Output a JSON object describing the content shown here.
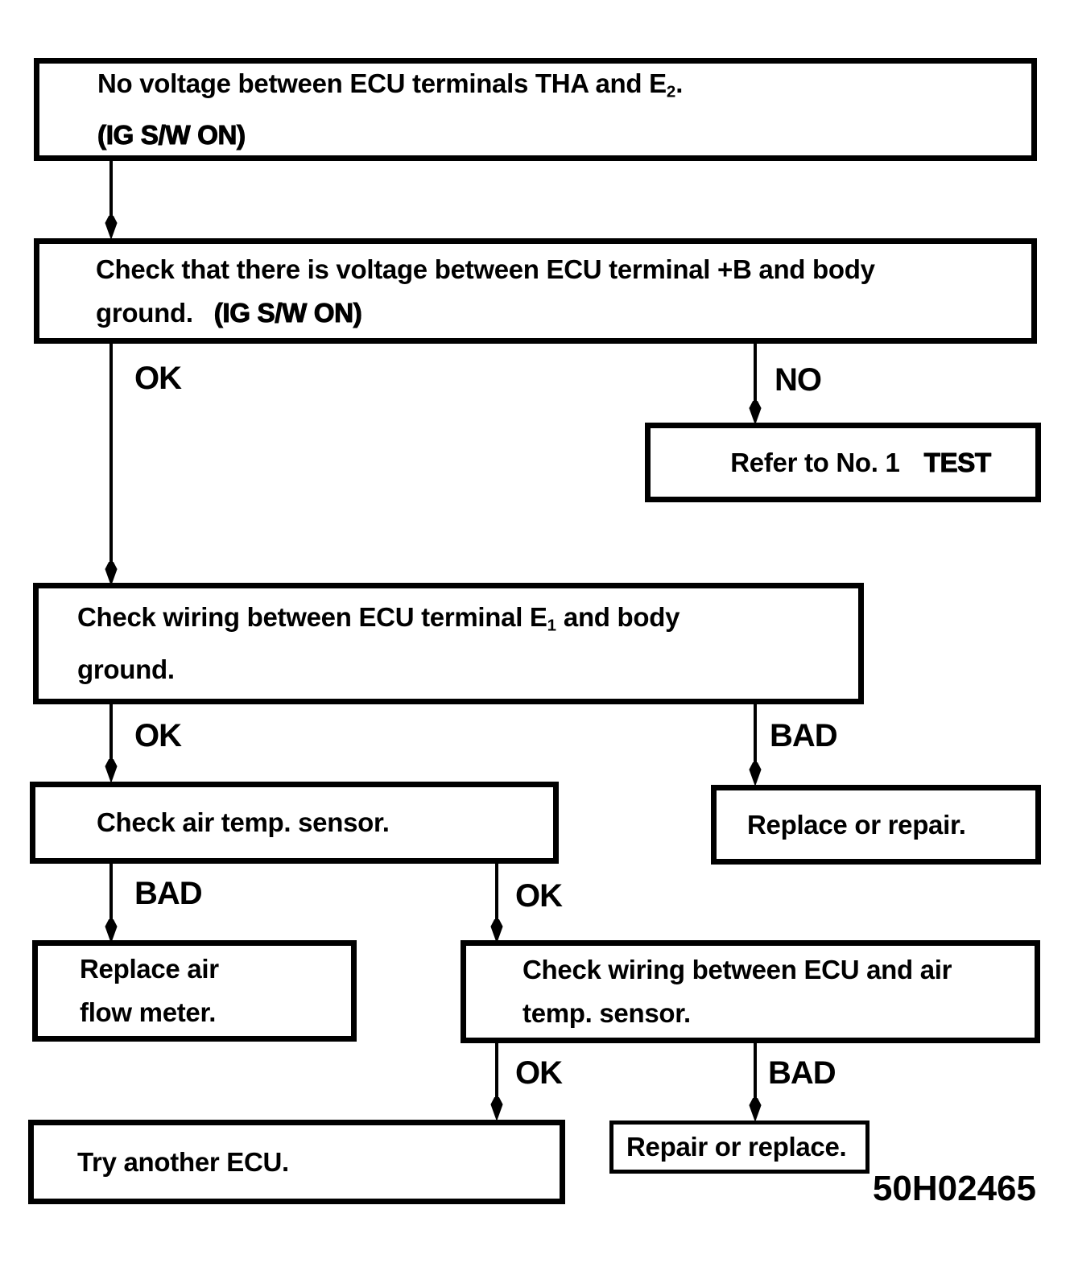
{
  "figure_code": "50H02465",
  "colors": {
    "ink": "#000000",
    "paper": "#ffffff"
  },
  "boxes": {
    "b1": {
      "line1_pre": "No voltage between ECU terminals THA and E",
      "line1_sub": "2",
      "line1_post": ".",
      "line2": "(IG S/W ON)"
    },
    "b2": {
      "line1": "Check that there is voltage between ECU terminal +B and body",
      "line2a": "ground.",
      "line2b": "(IG S/W ON)"
    },
    "b3": {
      "pre": "Refer to No. 1",
      "emph": "TEST"
    },
    "b4": {
      "line1_pre": "Check wiring between ECU terminal E",
      "line1_sub": "1",
      "line1_post": " and body",
      "line2": "ground."
    },
    "b5": {
      "line1": "Check air temp. sensor."
    },
    "b6": {
      "line1": "Replace or repair."
    },
    "b7": {
      "line1": "Replace air",
      "line2": "flow meter."
    },
    "b8": {
      "line1": "Check wiring between ECU and air",
      "line2": "temp. sensor."
    },
    "b9": {
      "line1": "Try another ECU."
    },
    "b10": {
      "line1": "Repair or replace."
    }
  },
  "edge_labels": {
    "ok1": "OK",
    "no1": "NO",
    "ok2": "OK",
    "bad2": "BAD",
    "bad3": "BAD",
    "ok3": "OK",
    "ok4": "OK",
    "bad4": "BAD"
  }
}
